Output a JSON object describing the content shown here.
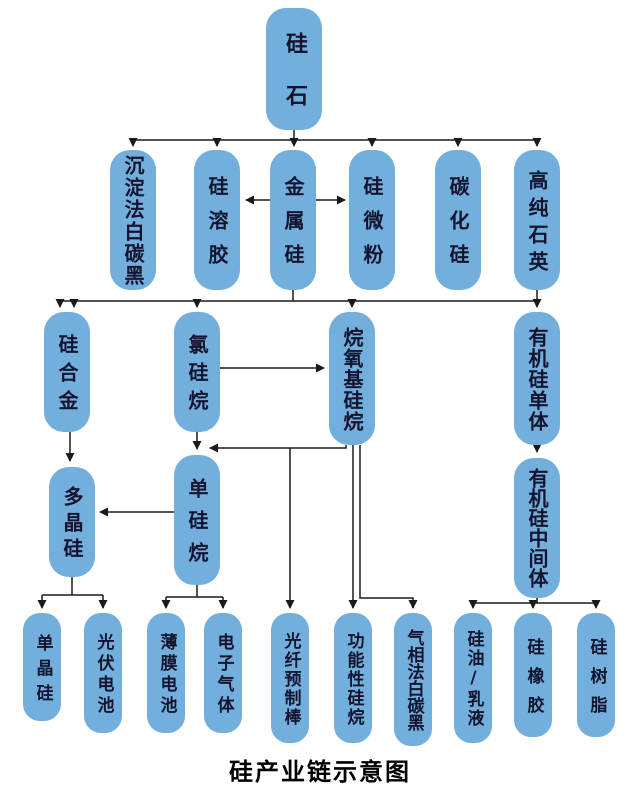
{
  "page": {
    "title": "硅产业链示意图"
  },
  "colors": {
    "node_fill": "#72AFDD",
    "node_text": "#14142E",
    "line_color": "#1A1A1A",
    "title_color": "#000000",
    "background": "#FFFFFF",
    "frame_border": "#C9C9C9"
  },
  "nodes": {
    "silica": "硅石",
    "precipitated_silica": "沉淀法白碳黑",
    "silica_sol": "硅溶胶",
    "metal_silicon": "金属硅",
    "silicon_micropowder": "硅微粉",
    "silicon_carbide": "碳化硅",
    "high_purity_quartz": "高纯石英",
    "silicon_alloy": "硅合金",
    "chlorosilane": "氯硅烷",
    "alkoxysilane": "烷氧基硅烷",
    "organosilicon_monomer": "有机硅单体",
    "polysilicon": "多晶硅",
    "monosilane": "单硅烷",
    "organosilicon_intermediate": "有机硅中间体",
    "monocrystalline_silicon": "单晶硅",
    "pv_cell": "光伏电池",
    "thin_film_cell": "薄膜电池",
    "electronic_gas": "电子气体",
    "optical_fiber_preform": "光纤预制棒",
    "functional_silane": "功能性硅烷",
    "fumed_silica": "气相法白碳黑",
    "silicone_oil_emulsion": "硅油/乳液",
    "silicone_rubber": "硅橡胶",
    "silicone_resin": "硅树脂"
  }
}
